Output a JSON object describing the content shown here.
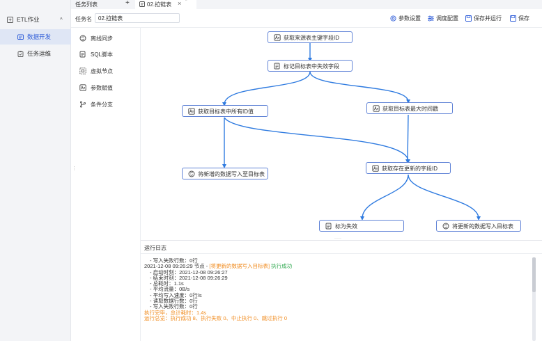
{
  "sidebar": {
    "items": [
      {
        "label": "ETL作业",
        "icon": "etl-icon",
        "caret": "^"
      },
      {
        "label": "数据开发",
        "icon": "data-dev-icon"
      },
      {
        "label": "任务运维",
        "icon": "task-ops-icon"
      }
    ]
  },
  "tabs": {
    "list_label": "任务列表",
    "add_label": "+",
    "active": {
      "label": "02.拉链表",
      "close": "×",
      "modified": "*"
    }
  },
  "task": {
    "name_label": "任务名",
    "name_value": "02.拉链表"
  },
  "toolbar": {
    "params": "参数设置",
    "schedule": "调度配置",
    "save_run": "保存并运行",
    "save": "保存"
  },
  "palette": [
    {
      "label": "离线同步",
      "icon": "offline-sync-icon"
    },
    {
      "label": "SQL脚本",
      "icon": "sql-script-icon"
    },
    {
      "label": "虚拟节点",
      "icon": "virtual-node-icon"
    },
    {
      "label": "参数赋值",
      "icon": "param-assign-icon"
    },
    {
      "label": "条件分支",
      "icon": "condition-branch-icon"
    }
  ],
  "nodes": [
    {
      "id": "n1",
      "label": "获取来源表主键字段ID",
      "icon": "param-assign-icon"
    },
    {
      "id": "n2",
      "label": "标记目标表中失效字段",
      "icon": "sql-script-icon"
    },
    {
      "id": "n3",
      "label": "获取目标表中所有ID值",
      "icon": "param-assign-icon"
    },
    {
      "id": "n4",
      "label": "获取目标表最大时间戳",
      "icon": "param-assign-icon"
    },
    {
      "id": "n5",
      "label": "将新增的数据写入至目标表",
      "icon": "offline-sync-icon"
    },
    {
      "id": "n6",
      "label": "获取存在更新的字段ID",
      "icon": "param-assign-icon"
    },
    {
      "id": "n7",
      "label": "标为失效",
      "icon": "sql-script-icon"
    },
    {
      "id": "n8",
      "label": "将更新的数据写入目标表",
      "icon": "offline-sync-icon"
    }
  ],
  "log": {
    "title": "运行日志",
    "line1": "- 写入失败行数：0行",
    "line2_prefix": "2021-12-08 09:26:29 节点 - ",
    "line2_node": "[将更新的数据写入目标表]",
    "line2_status": " 执行成功",
    "line3": "- 启动时刻：2021-12-08 09:26:27",
    "line4": "- 结束时刻：2021-12-08 09:26:29",
    "line5": "- 总耗时：1.1s",
    "line6": "- 平均流量：0B/s",
    "line7": "- 平均写入速度：0行/s",
    "line8": "- 读取数据行数：0行",
    "line9": "- 写入失败行数：0行",
    "line10": "执行完毕，总计耗时：1.4s",
    "line11": "运行总览：执行成功 8、执行失败 0、中止执行 0、跳过执行 0"
  },
  "colors": {
    "accent": "#2c5bd8",
    "edge": "#2f7be0",
    "node_border": "#5f82d6",
    "log_orange": "#f08a1c",
    "log_green": "#2fa84f"
  }
}
